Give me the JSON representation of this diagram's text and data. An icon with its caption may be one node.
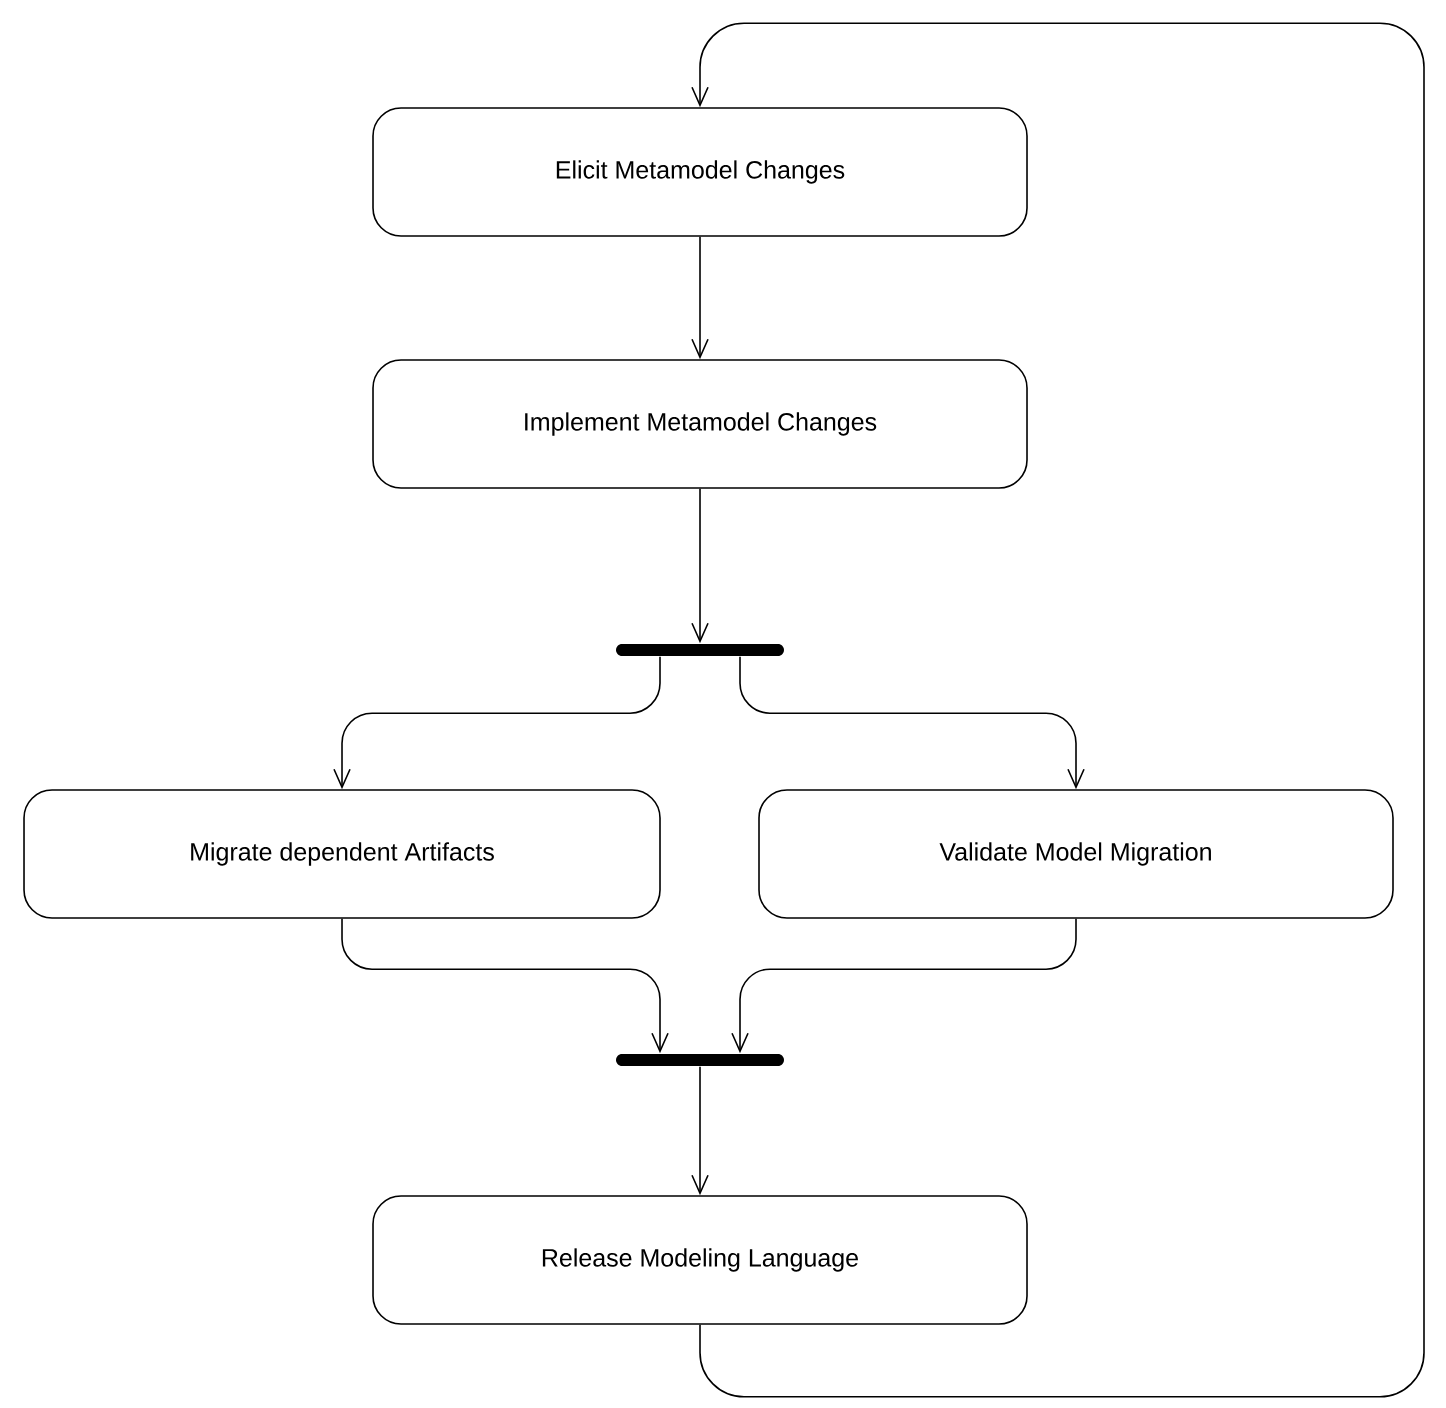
{
  "diagram": {
    "nodes": [
      {
        "text": [
          "Elicit Metamodel Changes"
        ]
      },
      {
        "text": [
          "Implement Metamodel Changes"
        ]
      },
      {
        "text": [],
        "shape": "bar"
      },
      {
        "text": [
          "Migrate dependent Artifacts"
        ]
      },
      {
        "text": [
          "Validate Model Migration"
        ]
      },
      {
        "text": [],
        "shape": "bar"
      },
      {
        "text": [
          "Release Modeling Language"
        ]
      }
    ],
    "edges": [
      {
        "from": 0,
        "to": 1,
        "arrow": "to"
      },
      {
        "from": 1,
        "to": 2,
        "arrow": "to"
      },
      {
        "from": 2,
        "to": 3,
        "arrow": "to"
      },
      {
        "from": 2,
        "to": 4,
        "arrow": "to"
      },
      {
        "from": 3,
        "to": 5,
        "arrow": "to"
      },
      {
        "from": 4,
        "to": 5,
        "arrow": "to"
      },
      {
        "from": 5,
        "to": 6,
        "arrow": "to"
      },
      {
        "from": 6,
        "to": 0,
        "arrow": "to"
      }
    ]
  }
}
